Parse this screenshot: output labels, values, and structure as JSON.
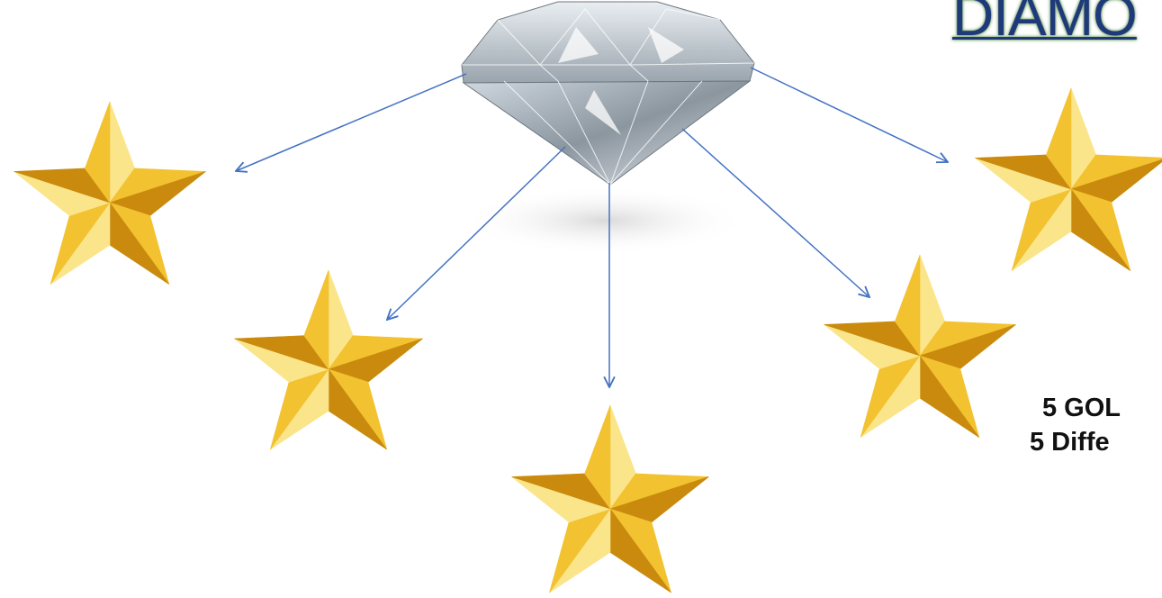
{
  "title": "DIAMO",
  "captions": {
    "line1": "5 GOL",
    "line2": "5 Diffe"
  },
  "colors": {
    "arrow": "#4472c4",
    "title": "#1f3a7a",
    "star_light": "#fbe58a",
    "star_mid": "#f2c231",
    "star_dark": "#c98a0d"
  }
}
